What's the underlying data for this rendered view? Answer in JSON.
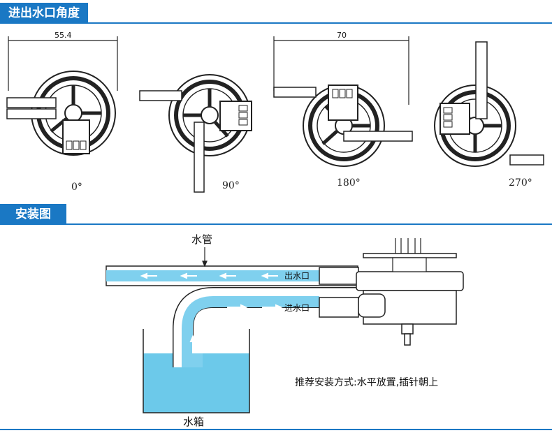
{
  "sections": {
    "angles_title": "进出水口角度",
    "install_title": "安装图"
  },
  "angles": {
    "dim_a": "55.4",
    "dim_b": "70",
    "labels": [
      "0°",
      "90°",
      "180°",
      "270°"
    ]
  },
  "install": {
    "pipe_label": "水管",
    "outlet_label": "出水口",
    "inlet_label": "进水口",
    "tank_label": "水箱",
    "note": "推荐安装方式:水平放置,插针朝上"
  },
  "colors": {
    "accent": "#1a78c4",
    "water": "#6cc9ea",
    "water_light": "#bfe6f5"
  }
}
